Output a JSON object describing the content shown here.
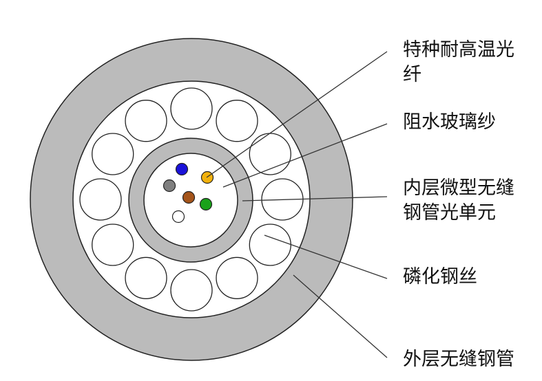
{
  "labels": {
    "fiber": [
      "特种耐高温光",
      "纤"
    ],
    "yarn": [
      "阻水玻璃纱"
    ],
    "inner_tube": [
      "内层微型无缝",
      "钢管光单元"
    ],
    "steel_wire": [
      "磷化钢丝"
    ],
    "outer_tube": [
      "外层无缝钢管"
    ]
  },
  "fibers": [
    {
      "name": "blue",
      "color": "#1a12d9"
    },
    {
      "name": "orange",
      "color": "#f2b20e"
    },
    {
      "name": "gray",
      "color": "#7f7f7f"
    },
    {
      "name": "brown",
      "color": "#a4541a"
    },
    {
      "name": "green",
      "color": "#1aa21a"
    },
    {
      "name": "white",
      "color": "#ffffff"
    }
  ],
  "colors": {
    "outer_tube": "#bbbbbb",
    "inner_tube": "#bbbbbb",
    "stroke": "#222222",
    "leader": "#333333",
    "background": "#ffffff"
  }
}
